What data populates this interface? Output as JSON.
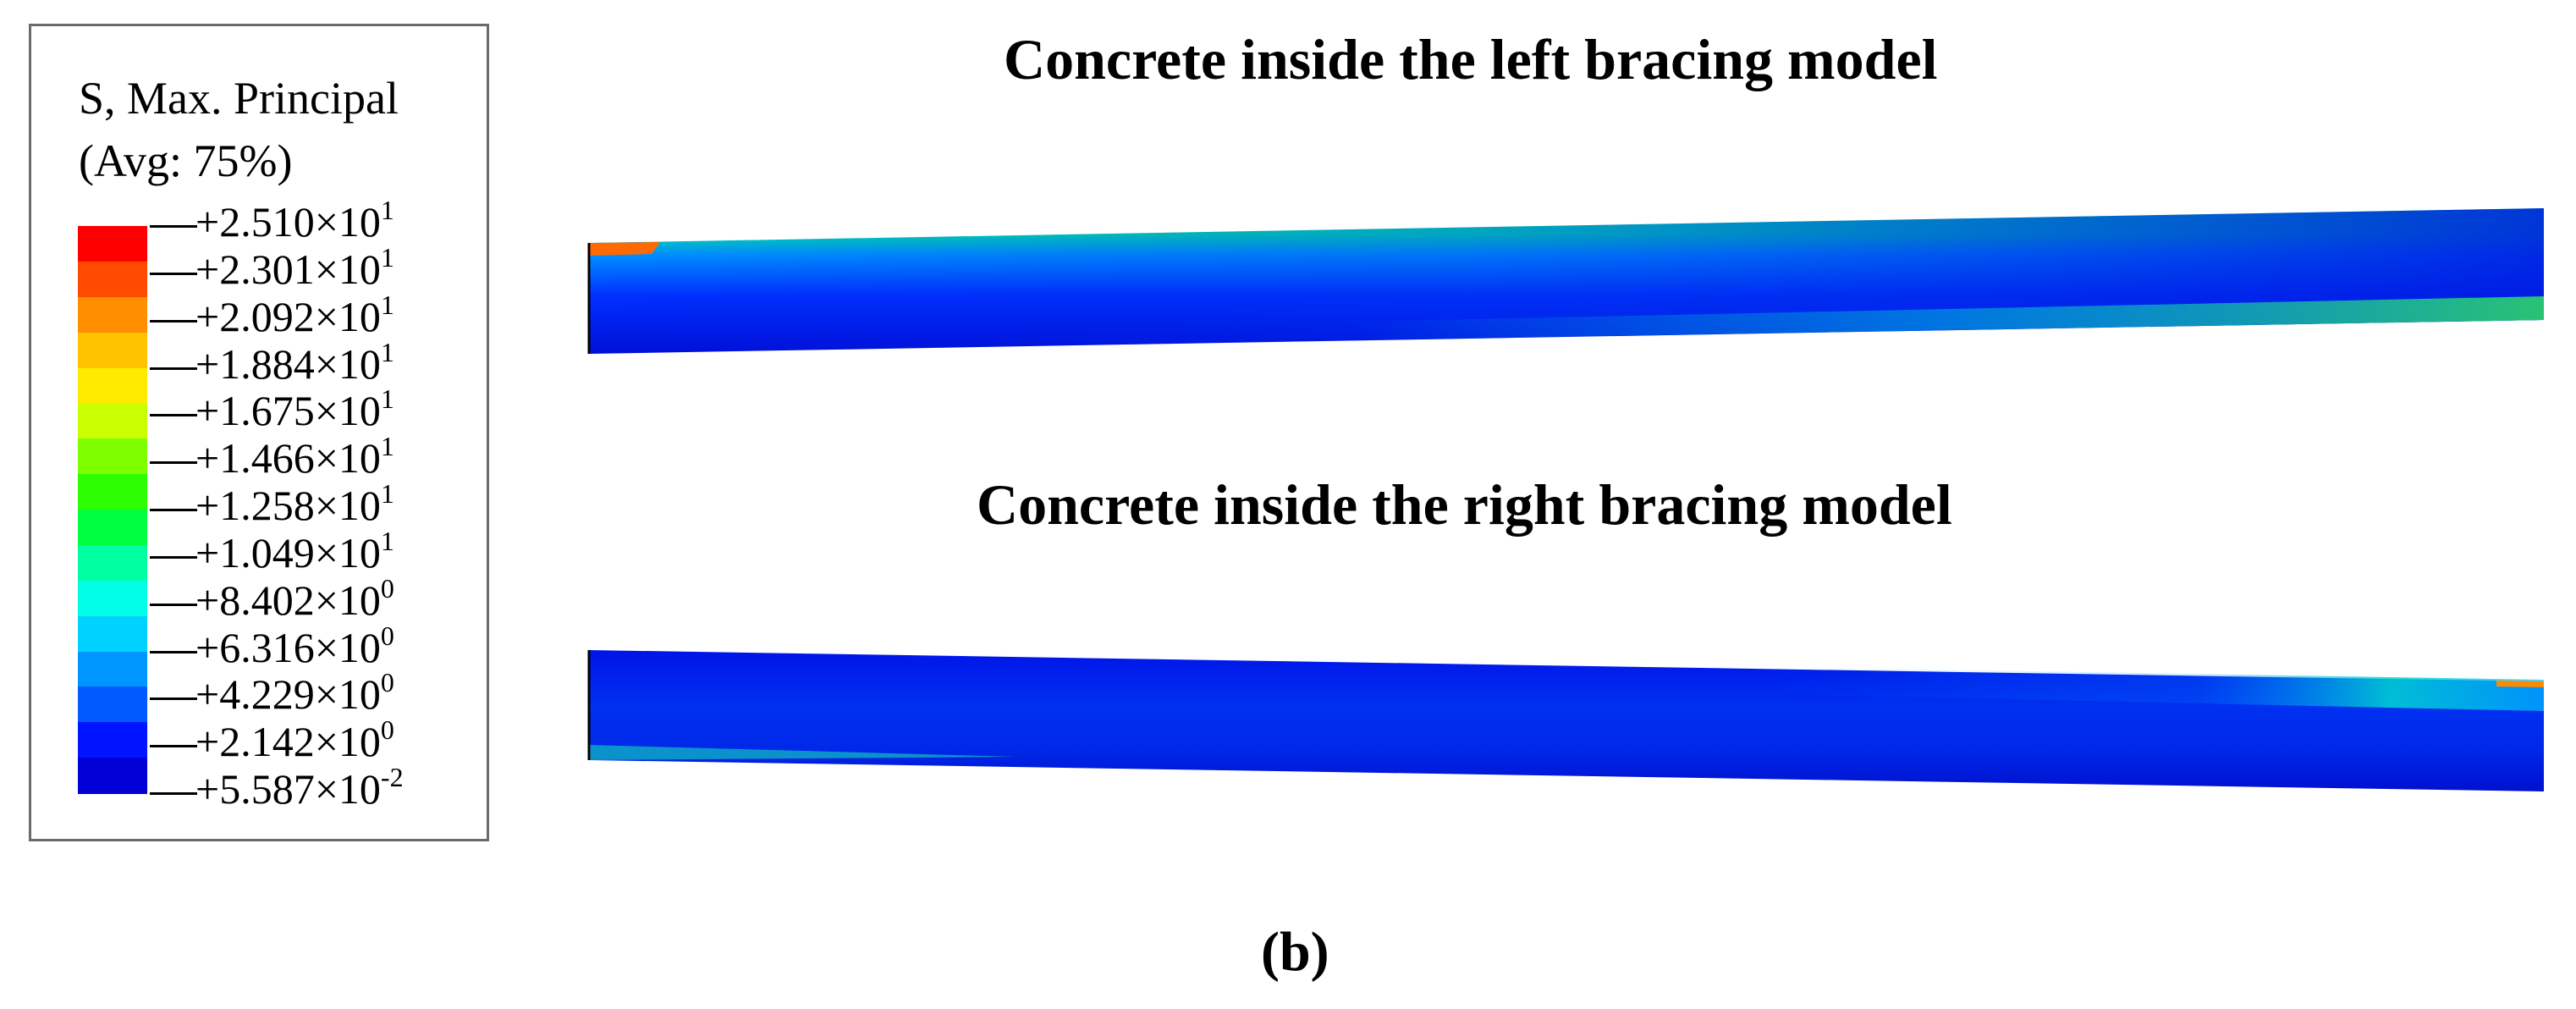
{
  "legend": {
    "title_line1": "S, Max. Principal",
    "title_line2": "(Avg: 75%)",
    "colors": [
      "#ff0000",
      "#ff4a00",
      "#ff8e00",
      "#ffc300",
      "#ffeb00",
      "#c9ff00",
      "#7dff00",
      "#2dff00",
      "#00ff3f",
      "#00ffa0",
      "#00ffe6",
      "#00d2ff",
      "#0096ff",
      "#005aff",
      "#0014ff",
      "#0000d6"
    ],
    "ticks": [
      {
        "mant": "+2.510",
        "exp": "1"
      },
      {
        "mant": "+2.301",
        "exp": "1"
      },
      {
        "mant": "+2.092",
        "exp": "1"
      },
      {
        "mant": "+1.884",
        "exp": "1"
      },
      {
        "mant": "+1.675",
        "exp": "1"
      },
      {
        "mant": "+1.466",
        "exp": "1"
      },
      {
        "mant": "+1.258",
        "exp": "1"
      },
      {
        "mant": "+1.049",
        "exp": "1"
      },
      {
        "mant": "+8.402",
        "exp": "0"
      },
      {
        "mant": "+6.316",
        "exp": "0"
      },
      {
        "mant": "+4.229",
        "exp": "0"
      },
      {
        "mant": "+2.142",
        "exp": "0"
      },
      {
        "mant": "+5.587",
        "exp": "-2"
      }
    ]
  },
  "models": {
    "left_title": "Concrete inside the left bracing model",
    "right_title": "Concrete inside the right bracing model"
  },
  "panel_label": "(b)"
}
